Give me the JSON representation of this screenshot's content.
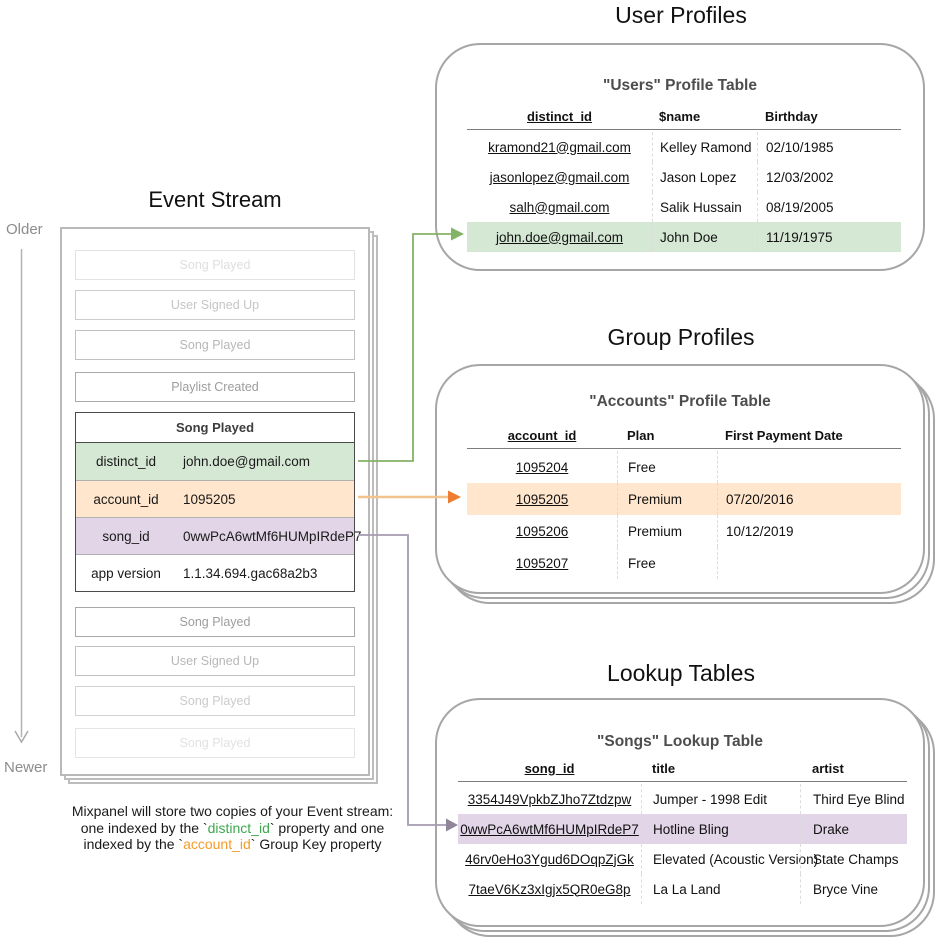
{
  "colors": {
    "green_fill": "#d5e8d4",
    "orange_fill": "#ffe6cc",
    "purple_fill": "#e1d5e7",
    "green_arrow": "#82b366",
    "green_arrowhead": "#6d9e54",
    "orange_arrow": "#f2c38d",
    "orange_arrowhead": "#ed7d31",
    "purple_arrow": "#a69bb0",
    "purple_arrowhead": "#8f8699",
    "caption_green": "#3fa74e",
    "caption_orange": "#f59c28"
  },
  "event_stream": {
    "title": "Event Stream",
    "older_label": "Older",
    "newer_label": "Newer",
    "events": [
      {
        "type": "collapsed",
        "label": "Song Played",
        "fade": 0.28
      },
      {
        "type": "collapsed",
        "label": "User Signed Up",
        "fade": 0.5
      },
      {
        "type": "collapsed",
        "label": "Song Played",
        "fade": 0.62
      },
      {
        "type": "collapsed",
        "label": "Playlist Created",
        "fade": 0.85
      },
      {
        "type": "expanded",
        "label": "Song Played",
        "properties": [
          {
            "key": "distinct_id",
            "value": "john.doe@gmail.com",
            "highlight": "green"
          },
          {
            "key": "account_id",
            "value": "1095205",
            "highlight": "orange"
          },
          {
            "key": "song_id",
            "value": "0wwPcA6wtMf6HUMpIRdeP7",
            "highlight": "purple"
          },
          {
            "key": "app version",
            "value": "1.1.34.694.gac68a2b3",
            "highlight": "none"
          }
        ]
      },
      {
        "type": "collapsed",
        "label": "Song Played",
        "fade": 0.85
      },
      {
        "type": "collapsed",
        "label": "User Signed Up",
        "fade": 0.62
      },
      {
        "type": "collapsed",
        "label": "Song Played",
        "fade": 0.45
      },
      {
        "type": "collapsed",
        "label": "Song Played",
        "fade": 0.25
      }
    ]
  },
  "caption": {
    "line1": "Mixpanel will store two copies of your Event stream:",
    "line2_pre": "one indexed by the `",
    "distinct_token": "distinct_id",
    "line2_post": "` property and one",
    "line3_pre": "indexed by the `",
    "account_token": "account_id",
    "line3_post": "` Group Key property"
  },
  "sections": {
    "users": {
      "title": "User Profiles",
      "card_title": "\"Users\" Profile Table",
      "table": {
        "columns": [
          {
            "label": "distinct_id",
            "key": true
          },
          {
            "label": "$name"
          },
          {
            "label": "Birthday"
          }
        ],
        "rows": [
          [
            "kramond21@gmail.com",
            "Kelley Ramond",
            "02/10/1985"
          ],
          [
            "jasonlopez@gmail.com",
            "Jason Lopez",
            "12/03/2002"
          ],
          [
            "salh@gmail.com",
            "Salik Hussain",
            "08/19/2005"
          ],
          [
            "john.doe@gmail.com",
            "John Doe",
            "11/19/1975"
          ]
        ],
        "highlight_row": 3,
        "highlight": "green"
      }
    },
    "accounts": {
      "title": "Group Profiles",
      "card_title": "\"Accounts\" Profile Table",
      "table": {
        "columns": [
          {
            "label": "account_id",
            "key": true
          },
          {
            "label": "Plan"
          },
          {
            "label": "First Payment Date"
          }
        ],
        "rows": [
          [
            "1095204",
            "Free",
            ""
          ],
          [
            "1095205",
            "Premium",
            "07/20/2016"
          ],
          [
            "1095206",
            "Premium",
            "10/12/2019"
          ],
          [
            "1095207",
            "Free",
            ""
          ]
        ],
        "highlight_row": 1,
        "highlight": "orange"
      }
    },
    "songs": {
      "title": "Lookup Tables",
      "card_title": "\"Songs\" Lookup Table",
      "table": {
        "columns": [
          {
            "label": "song_id",
            "key": true
          },
          {
            "label": "title"
          },
          {
            "label": "artist"
          }
        ],
        "rows": [
          [
            "3354J49VpkbZJho7Ztdzpw",
            "Jumper - 1998 Edit",
            "Third Eye Blind"
          ],
          [
            "0wwPcA6wtMf6HUMpIRdeP7",
            "Hotline Bling",
            "Drake"
          ],
          [
            "46rv0eHo3Ygud6DOqpZjGk",
            "Elevated (Acoustic Version)",
            "State Champs"
          ],
          [
            "7taeV6Kz3xIgjx5QR0eG8p",
            "La La Land",
            "Bryce Vine"
          ]
        ],
        "highlight_row": 1,
        "highlight": "purple"
      }
    }
  }
}
